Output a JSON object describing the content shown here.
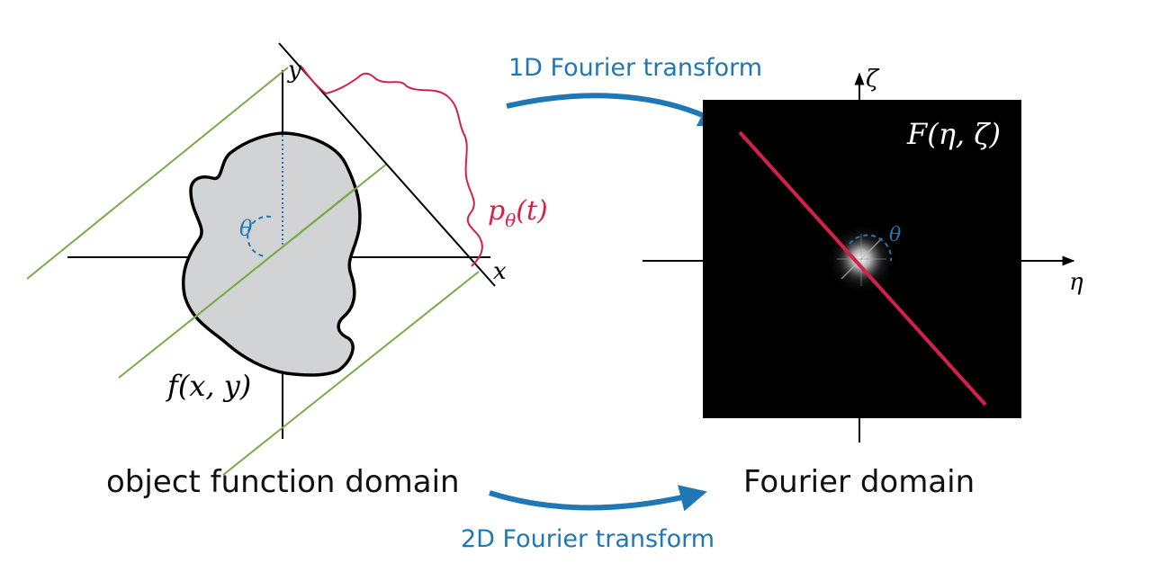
{
  "colors": {
    "accent_blue": "#1f77b4",
    "projection_red": "#d6204b",
    "shape_fill": "#d2d3d5",
    "ray_green": "#7aab4a",
    "fourier_bg": "#000000"
  },
  "left_panel": {
    "axis_x_label": "x",
    "axis_y_label": "y",
    "angle_label": "θ",
    "object_label": "f(x, y)",
    "projection_label_base": "p",
    "projection_label_sub": "θ",
    "projection_label_arg": "(t)",
    "caption": "object function domain"
  },
  "right_panel": {
    "axis_eta_label": "η",
    "axis_zeta_label": "ζ",
    "function_label": "F(η, ζ)",
    "angle_label": "θ",
    "caption": "Fourier domain"
  },
  "arrows": {
    "top_label": "1D Fourier transform",
    "bottom_label": "2D Fourier transform"
  }
}
